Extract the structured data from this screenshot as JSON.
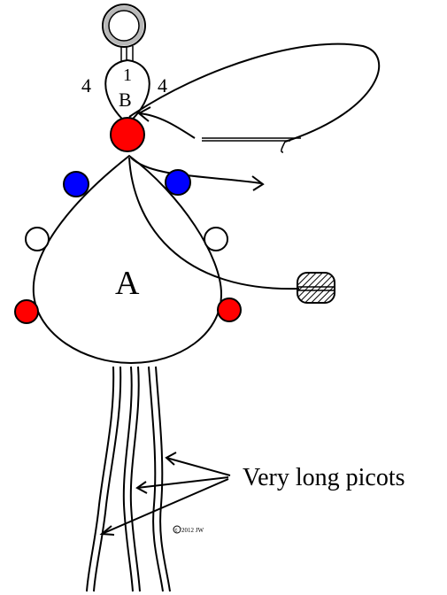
{
  "labels": {
    "ring_b_stitch_count_left": "4",
    "ring_b_stitch_count_right": "4",
    "ring_b_stitch_count_top": "1",
    "ring_b_name": "B",
    "ring_a_name": "A",
    "picot_note": "Very long picots",
    "copyright": "2012 JW"
  },
  "icons": {
    "copyright_symbol": "copyright-icon",
    "start_ring": "ring-icon",
    "shuttle": "shuttle-icon"
  },
  "colors": {
    "red_bead": "#ff0000",
    "blue_bead": "#0000ff",
    "white_bead": "#ffffff",
    "outline": "#000000",
    "ring_outer": "#000000",
    "ring_fill": "#bfbfbf"
  }
}
